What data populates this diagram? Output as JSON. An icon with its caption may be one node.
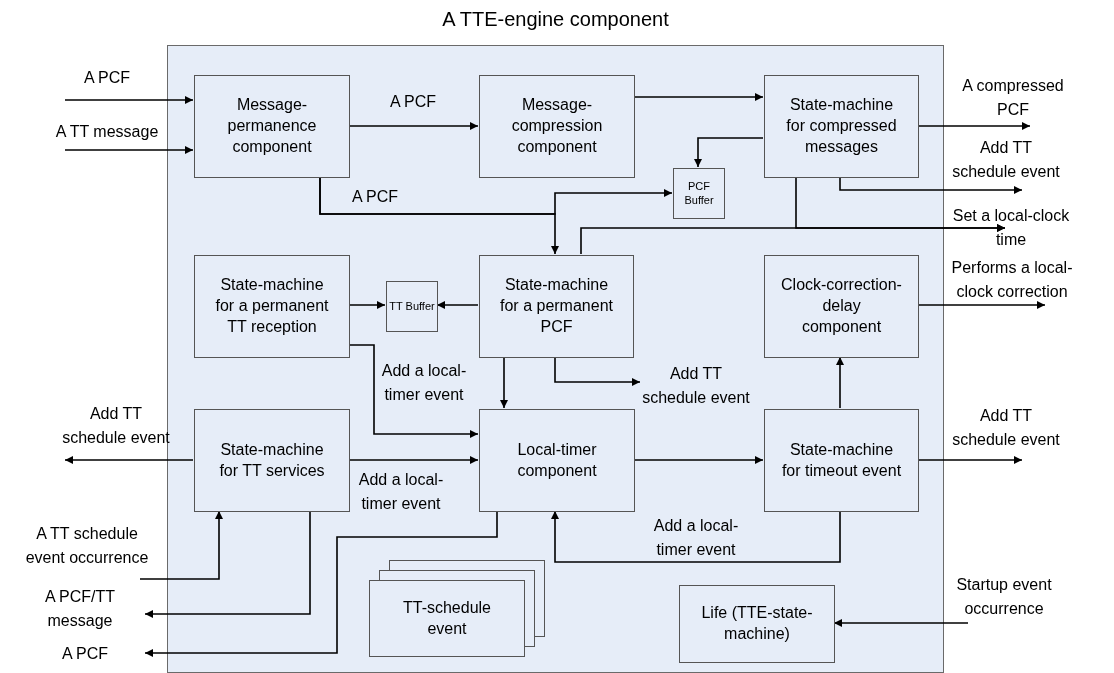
{
  "diagram": {
    "title": "A TTE-engine component",
    "nodes": [
      {
        "text": [],
        "shape": "box"
      },
      {
        "text": [
          "Message-permanence component"
        ],
        "in": 0
      },
      {
        "text": [
          "Message-compression component"
        ],
        "in": 0
      },
      {
        "text": [
          "State-machine for compressed messages"
        ],
        "in": 0
      },
      {
        "text": [
          "PCF Buffer"
        ],
        "in": 0
      },
      {
        "text": [
          "State-machine for a permanent TT reception"
        ],
        "in": 0
      },
      {
        "text": [
          "TT Buffer"
        ],
        "in": 0
      },
      {
        "text": [
          "State-machine for a permanent PCF"
        ],
        "in": 0
      },
      {
        "text": [
          "Clock-correction-delay component"
        ],
        "in": 0
      },
      {
        "text": [
          "State-machine for TT services"
        ],
        "in": 0
      },
      {
        "text": [
          "Local-timer component"
        ],
        "in": 0
      },
      {
        "text": [
          "State-machine for timeout event"
        ],
        "in": 0
      },
      {
        "text": [
          "TT-schedule event"
        ],
        "in": 0
      },
      {
        "text": [
          "Life (TTE-state-machine)"
        ],
        "in": 0
      }
    ],
    "edges": [
      {
        "from": null,
        "to": 1,
        "arrow": "to",
        "label": "A PCF"
      },
      {
        "from": null,
        "to": 1,
        "arrow": "to",
        "label": "A TT message"
      },
      {
        "from": 1,
        "to": 2,
        "arrow": "to",
        "label": "A PCF"
      },
      {
        "from": 2,
        "to": 3,
        "arrow": "to"
      },
      {
        "from": 3,
        "to": null,
        "arrow": "to",
        "label": "A compressed PCF"
      },
      {
        "from": 3,
        "to": null,
        "arrow": "to",
        "label": "Add TT schedule event"
      },
      {
        "from": 3,
        "to": 4,
        "arrow": "to"
      },
      {
        "from": 1,
        "to": 7,
        "arrow": "to",
        "label": "A PCF"
      },
      {
        "from": 1,
        "to": 4,
        "arrow": "to"
      },
      {
        "from": 7,
        "to": null,
        "arrow": "to",
        "label": "Set a local-clock time"
      },
      {
        "from": 3,
        "to": null,
        "arrow": "to"
      },
      {
        "from": 8,
        "to": null,
        "arrow": "to",
        "label": "Performs a local-clock correction"
      },
      {
        "from": 5,
        "to": 6,
        "arrow": "to"
      },
      {
        "from": 7,
        "to": 6,
        "arrow": "to"
      },
      {
        "from": 5,
        "to": 10,
        "arrow": "to",
        "label": "Add a local-timer event"
      },
      {
        "from": 7,
        "to": 10,
        "arrow": "to"
      },
      {
        "from": 7,
        "to": null,
        "arrow": "to",
        "label": "Add TT schedule event"
      },
      {
        "from": 9,
        "to": 10,
        "arrow": "to",
        "label": "Add a local-timer event"
      },
      {
        "from": 9,
        "to": null,
        "arrow": "to",
        "label": "Add TT schedule event"
      },
      {
        "from": null,
        "to": 9,
        "arrow": "to",
        "label": "A TT schedule event occurrence"
      },
      {
        "from": 9,
        "to": null,
        "arrow": "to",
        "label": "A PCF/TT message"
      },
      {
        "from": 10,
        "to": null,
        "arrow": "to",
        "label": "A PCF"
      },
      {
        "from": 10,
        "to": 11,
        "arrow": "to"
      },
      {
        "from": 11,
        "to": null,
        "arrow": "to",
        "label": "Add TT schedule event"
      },
      {
        "from": 11,
        "to": 8,
        "arrow": "to"
      },
      {
        "from": 11,
        "to": 10,
        "arrow": "to",
        "label": "Add a local-timer event"
      },
      {
        "from": null,
        "to": 13,
        "arrow": "to",
        "label": "Startup event occurrence"
      }
    ]
  }
}
